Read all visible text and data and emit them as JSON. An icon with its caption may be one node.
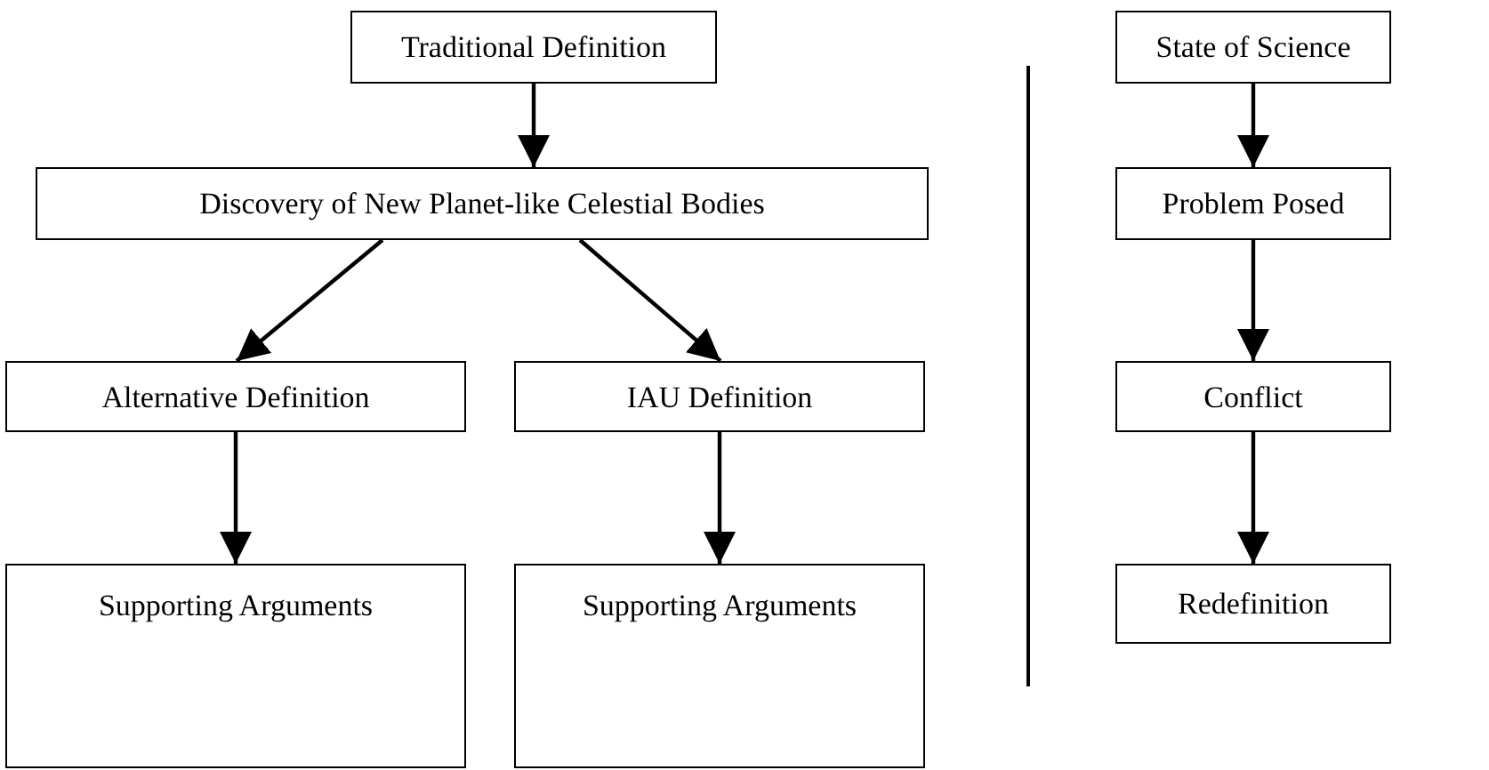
{
  "diagram": {
    "nodes": [
      {
        "text": [
          "Traditional Definition"
        ]
      },
      {
        "text": [
          "Discovery of New Planet-like Celestial Bodies"
        ]
      },
      {
        "text": [
          "Alternative Definition"
        ]
      },
      {
        "text": [
          "IAU Definition"
        ]
      },
      {
        "text": [
          "Supporting Arguments"
        ]
      },
      {
        "text": [
          "Supporting Arguments"
        ]
      },
      {
        "text": [
          "State of Science"
        ]
      },
      {
        "text": [
          "Problem Posed"
        ]
      },
      {
        "text": [
          "Conflict"
        ]
      },
      {
        "text": [
          "Redefinition"
        ]
      }
    ],
    "edges": [
      {
        "from": 0,
        "to": 1,
        "arrow": "to"
      },
      {
        "from": 1,
        "to": 2,
        "arrow": "to"
      },
      {
        "from": 1,
        "to": 3,
        "arrow": "to"
      },
      {
        "from": 2,
        "to": 4,
        "arrow": "to"
      },
      {
        "from": 3,
        "to": 5,
        "arrow": "to"
      },
      {
        "from": 6,
        "to": 7,
        "arrow": "to"
      },
      {
        "from": 7,
        "to": 8,
        "arrow": "to"
      },
      {
        "from": 8,
        "to": 9,
        "arrow": "to"
      }
    ]
  }
}
